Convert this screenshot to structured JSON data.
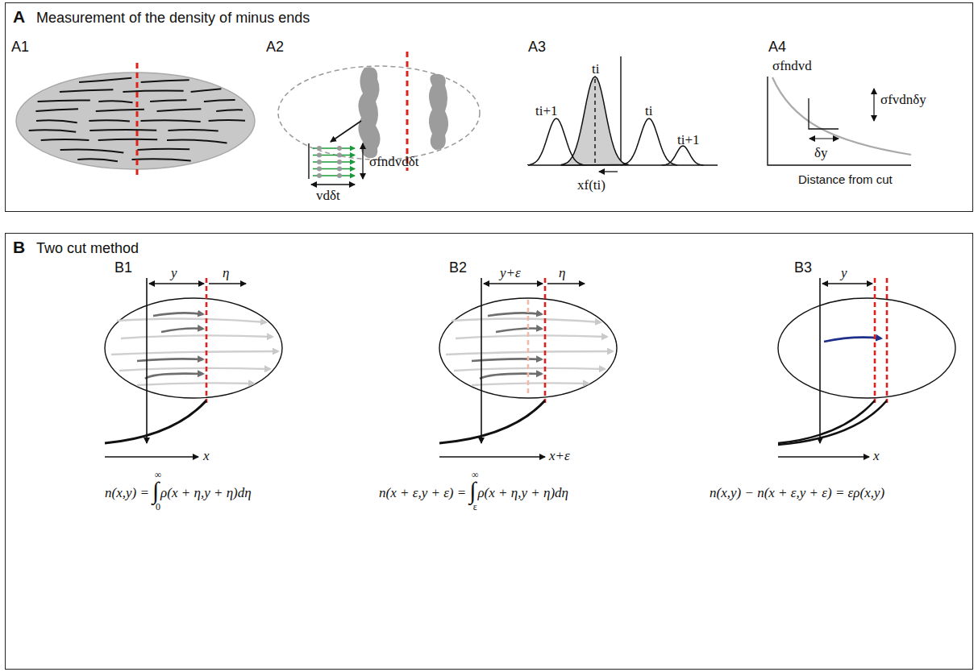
{
  "diagram": {
    "nodes": [
      {
        "text": [
          "A",
          "Measurement of the density of minus ends"
        ]
      },
      {
        "text": [
          "B",
          "Two cut method"
        ]
      }
    ],
    "labels": [
      "A1",
      "A2",
      "A3",
      "A4",
      "σfndvdδt",
      "vdδt",
      "ti",
      "ti+1",
      "ti",
      "ti+1",
      "xf(ti)",
      "σfndvd",
      "σfvdnδy",
      "δy",
      "Distance from cut",
      "B1",
      "y",
      "η",
      "x",
      "n(x,y) =",
      "∫",
      "∞",
      "0",
      "ρ(x + η,y + η)dη",
      "B2",
      "y+ε",
      "η",
      "x+ε",
      "n(x + ε,y + ε) =",
      "∫",
      "∞",
      "ε",
      "ρ(x + η,y + η)dη",
      "B3",
      "y",
      "x",
      "n(x,y) − n(x + ε,y + ε) = ερ(x,y)"
    ]
  }
}
